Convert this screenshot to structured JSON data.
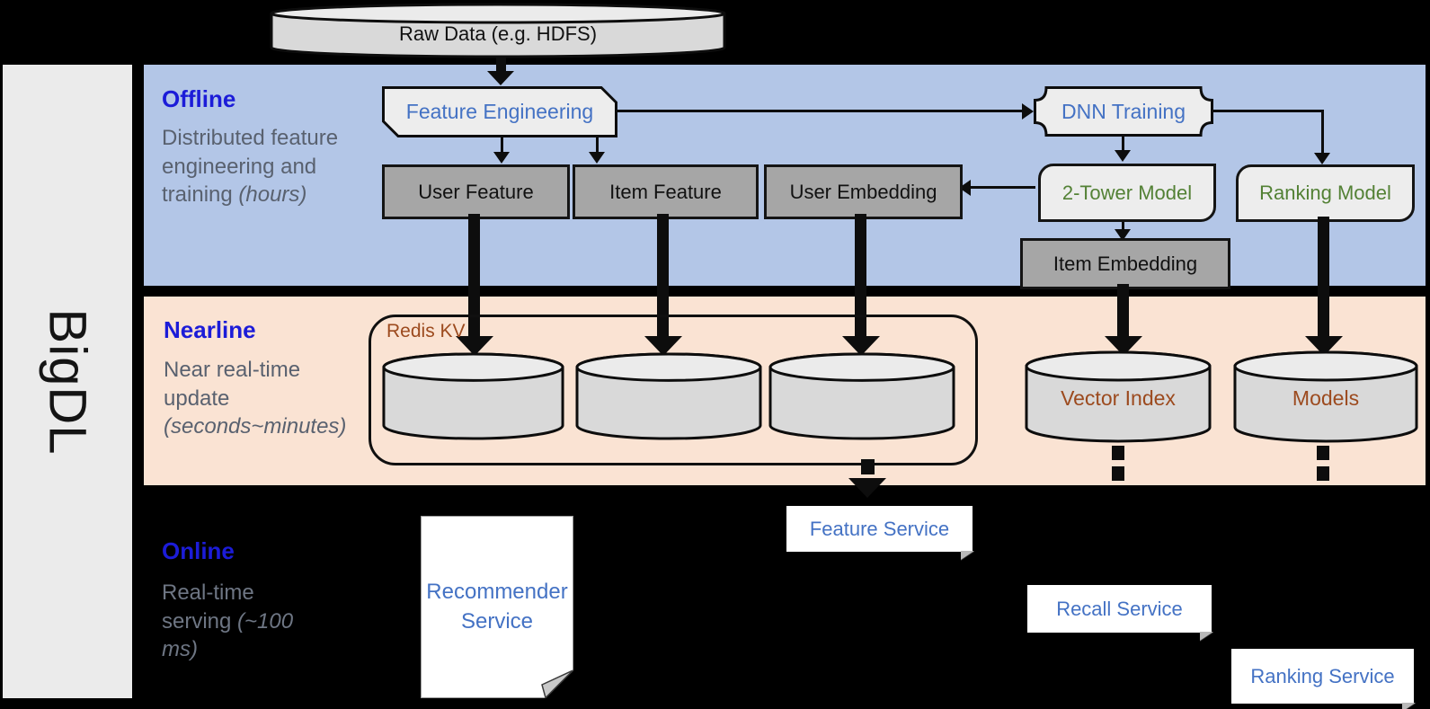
{
  "brand": {
    "label": "BigDL"
  },
  "datasource": {
    "label": "Raw Data (e.g. HDFS)"
  },
  "sections": {
    "offline": {
      "title": "Offline",
      "desc": "Distributed feature engineering and training ",
      "desc_em": "(hours)"
    },
    "nearline": {
      "title": "Nearline",
      "desc": "Near real-time update ",
      "desc_em": "(seconds~minutes)"
    },
    "online": {
      "title": "Online",
      "desc": "Real-time serving ",
      "desc_em": "(~100 ms)"
    }
  },
  "offline": {
    "feature_engineering": "Feature Engineering",
    "dnn_training": "DNN Training",
    "user_feature": "User Feature",
    "item_feature": "Item Feature",
    "user_embedding": "User Embedding",
    "two_tower_model": "2-Tower Model",
    "ranking_model": "Ranking Model",
    "item_embedding": "Item Embedding"
  },
  "nearline": {
    "redis_kv": "Redis KV",
    "vector_index": "Vector Index",
    "models": "Models"
  },
  "online": {
    "recommender_service_line1": "Recommender",
    "recommender_service_line2": "Service",
    "feature_service": "Feature Service",
    "recall_service": "Recall Service",
    "ranking_service": "Ranking Service"
  },
  "colors": {
    "offline_band": "#b3c6e7",
    "nearline_band": "#fae3d3",
    "section_title": "#1c1cd8",
    "desc_text": "#59616f",
    "desc_text_dark_bg": "#6e7684",
    "box_blue_text": "#4472c4",
    "box_green_text": "#538135",
    "db_brown_text": "#9c4a1e",
    "gray_box": "#a6a6a6",
    "light_box": "#ededed",
    "cylinder_body": "#d9d9d9",
    "cylinder_top": "#ebebeb",
    "sidebar_bg": "#ebebeb",
    "line": "#0d0d0d"
  }
}
